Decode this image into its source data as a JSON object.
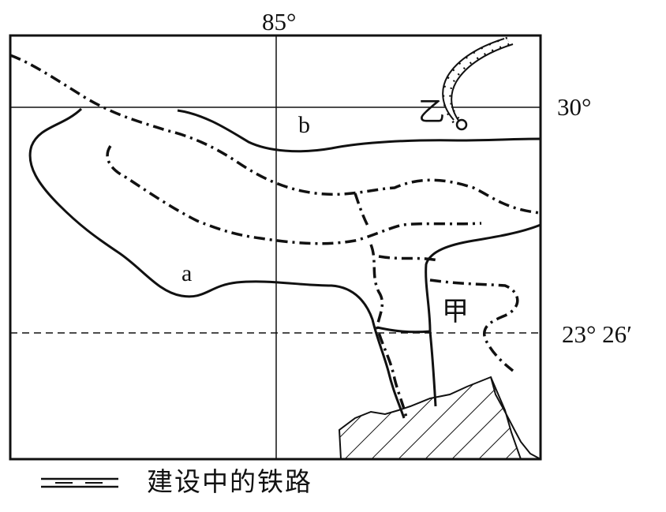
{
  "map": {
    "graticule": {
      "lon_85": "85°",
      "lat_30": "30°",
      "lat_23_26": "23° 26′"
    },
    "labels": {
      "river_a": "a",
      "river_b": "b",
      "place_jia": "甲",
      "place_yi": "乙"
    },
    "legend": {
      "railway_under_construction": "建设中的铁路"
    },
    "hatched_area": "sea"
  },
  "colors": {
    "ink": "#111111",
    "paper": "#ffffff"
  }
}
